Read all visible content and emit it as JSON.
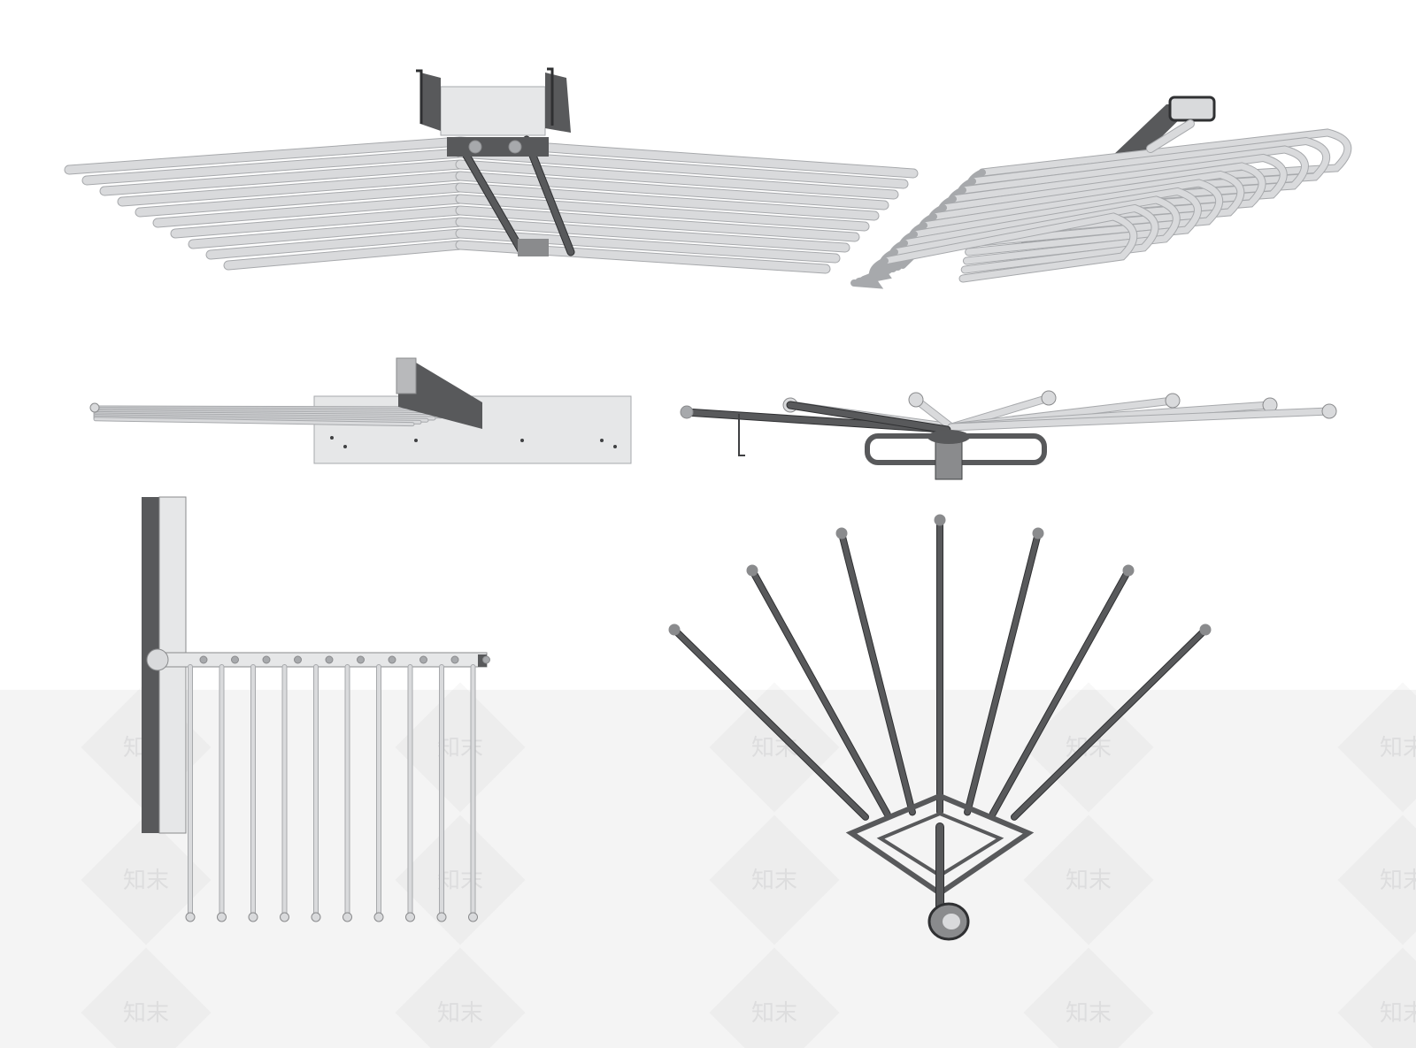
{
  "watermark": {
    "text": "知末"
  },
  "colors": {
    "background": "#ffffff",
    "lower_band": "#f4f4f4",
    "steel_dark": "#58595b",
    "steel_mid": "#8a8b8d",
    "chrome_light": "#d9dadc",
    "chrome_edge": "#a7a9ac",
    "plate": "#e6e7e8"
  },
  "icons": [
    "pull-out-trouser-rack-top-view",
    "folding-loop-rack-perspective",
    "trouser-rack-side-view",
    "swivel-fan-rack-side-view",
    "trouser-rack-front-view",
    "swivel-fan-rack-top-view"
  ]
}
